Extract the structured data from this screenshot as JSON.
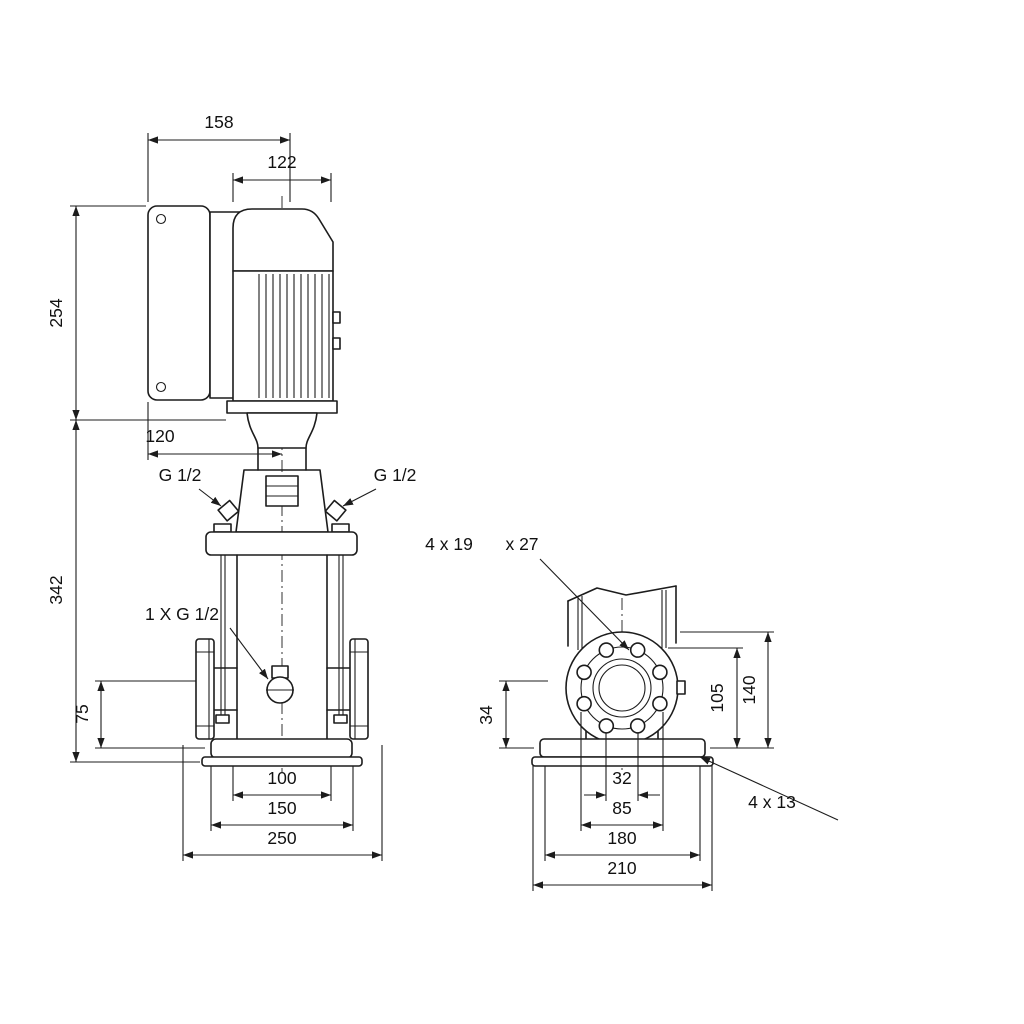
{
  "front": {
    "dim_158": "158",
    "dim_122": "122",
    "dim_254": "254",
    "dim_120": "120",
    "dim_342": "342",
    "dim_75": "75",
    "dim_100": "100",
    "dim_150": "150",
    "dim_250": "250",
    "port_left": "G 1/2",
    "port_right": "G 1/2",
    "drain": "1 X G 1/2"
  },
  "side": {
    "flange_holes_a": "4 x 19",
    "flange_holes_b": "x 27",
    "dim_105": "105",
    "dim_140": "140",
    "dim_34": "34",
    "dim_32": "32",
    "dim_85": "85",
    "dim_180": "180",
    "dim_210": "210",
    "base_holes": "4 x 13"
  },
  "colors": {
    "line": "#1c1c1c",
    "background": "#ffffff"
  }
}
